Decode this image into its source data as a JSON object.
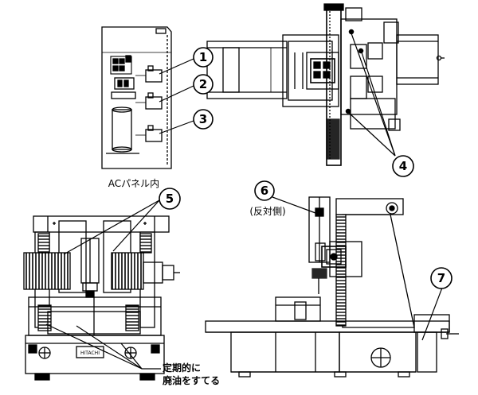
{
  "callouts": [
    {
      "number": "1"
    },
    {
      "number": "2"
    },
    {
      "number": "3"
    },
    {
      "number": "4"
    },
    {
      "number": "5"
    },
    {
      "number": "6"
    },
    {
      "number": "7"
    }
  ],
  "labels": {
    "ac_panel_caption": "ACパネル内",
    "opposite_side": "(反対側)",
    "drain_note_line1": "定期的に",
    "drain_note_line2": "廃油をすてる",
    "plate_text": "HITACHI"
  }
}
